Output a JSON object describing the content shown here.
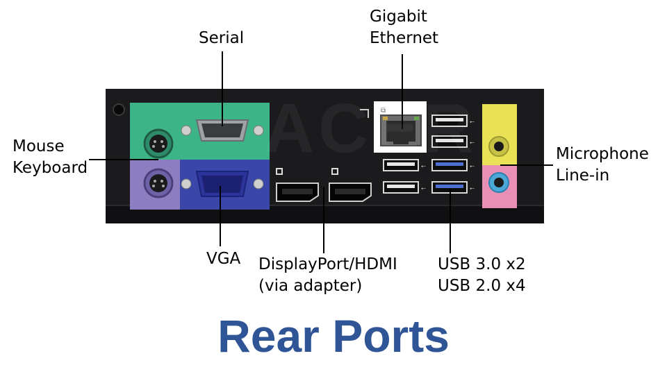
{
  "labels": {
    "serial": "Serial",
    "ethernet": [
      "Gigabit",
      "Ethernet"
    ],
    "mouse_keyboard": [
      "Mouse",
      "Keyboard"
    ],
    "mic_linein": [
      "Microphone",
      "Line-in"
    ],
    "vga": "VGA",
    "displayport": [
      "DisplayPort/HDMI",
      "(via adapter)"
    ],
    "usb": [
      "USB 3.0 x2",
      "USB 2.0 x4"
    ]
  },
  "title": "Rear Ports",
  "watermark": "ACER",
  "colors": {
    "title": "#2f5597",
    "chassis": "#1b1b1d",
    "ps2_mouse_zone": "#3cb487",
    "ps2_keyboard_zone": "#8d7ec2",
    "serial_zone": "#3cb487",
    "vga_zone": "#3a46a8",
    "mic_zone": "#e9e257",
    "linein_zone": "#e88fb6",
    "ethernet_panel": "#ffffff"
  }
}
